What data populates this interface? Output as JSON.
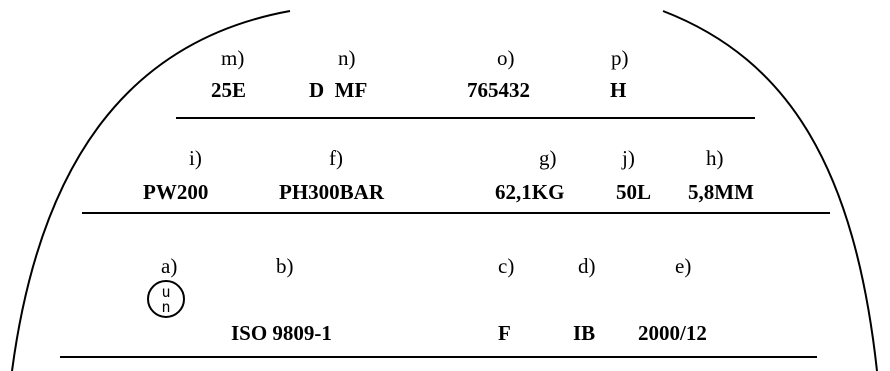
{
  "colors": {
    "ink": "#000000",
    "background": "#ffffff"
  },
  "rows": {
    "top": {
      "labels": [
        "m)",
        "n)",
        "o)",
        "p)"
      ],
      "values": [
        "25E",
        "D  MF",
        "765432",
        "H"
      ]
    },
    "middle": {
      "labels": [
        "i)",
        "f)",
        "g)",
        "j)",
        "h)"
      ],
      "values": [
        "PW200",
        "PH300BAR",
        "62,1KG",
        "50L",
        "5,8MM"
      ]
    },
    "bottom": {
      "labels": [
        "a)",
        "b)",
        "c)",
        "d)",
        "e)"
      ],
      "values": [
        "ISO 9809-1",
        "F",
        "IB",
        "2000/12"
      ]
    }
  },
  "un_mark": {
    "top_letter": "u",
    "bottom_letter": "n"
  }
}
